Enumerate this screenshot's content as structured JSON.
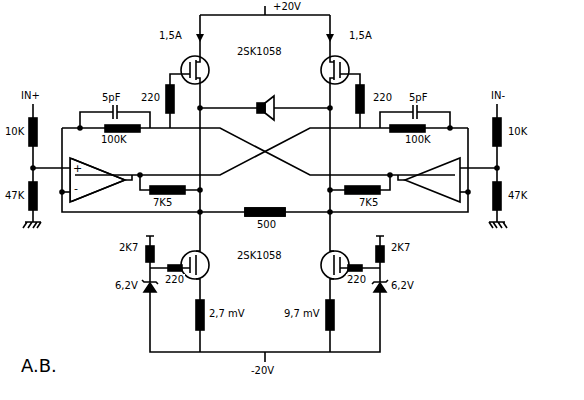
{
  "diagram": {
    "nodes": [
      {
        "text": [
          "+",
          "-"
        ]
      }
    ],
    "labels": [
      "+20V",
      "1,5A",
      "1,5A",
      "2SK1058",
      "IN+",
      "10K",
      "47K",
      "5pF",
      "100K",
      "220",
      "220",
      "5pF",
      "100K",
      "IN-",
      "10K",
      "47K",
      "7K5",
      "7K5",
      "500",
      "2SK1058",
      "2K7",
      "220",
      "6,2V",
      "2,7 mV",
      "2K7",
      "220",
      "6,2V",
      "9,7 mV",
      "-20V",
      "A.B."
    ]
  }
}
